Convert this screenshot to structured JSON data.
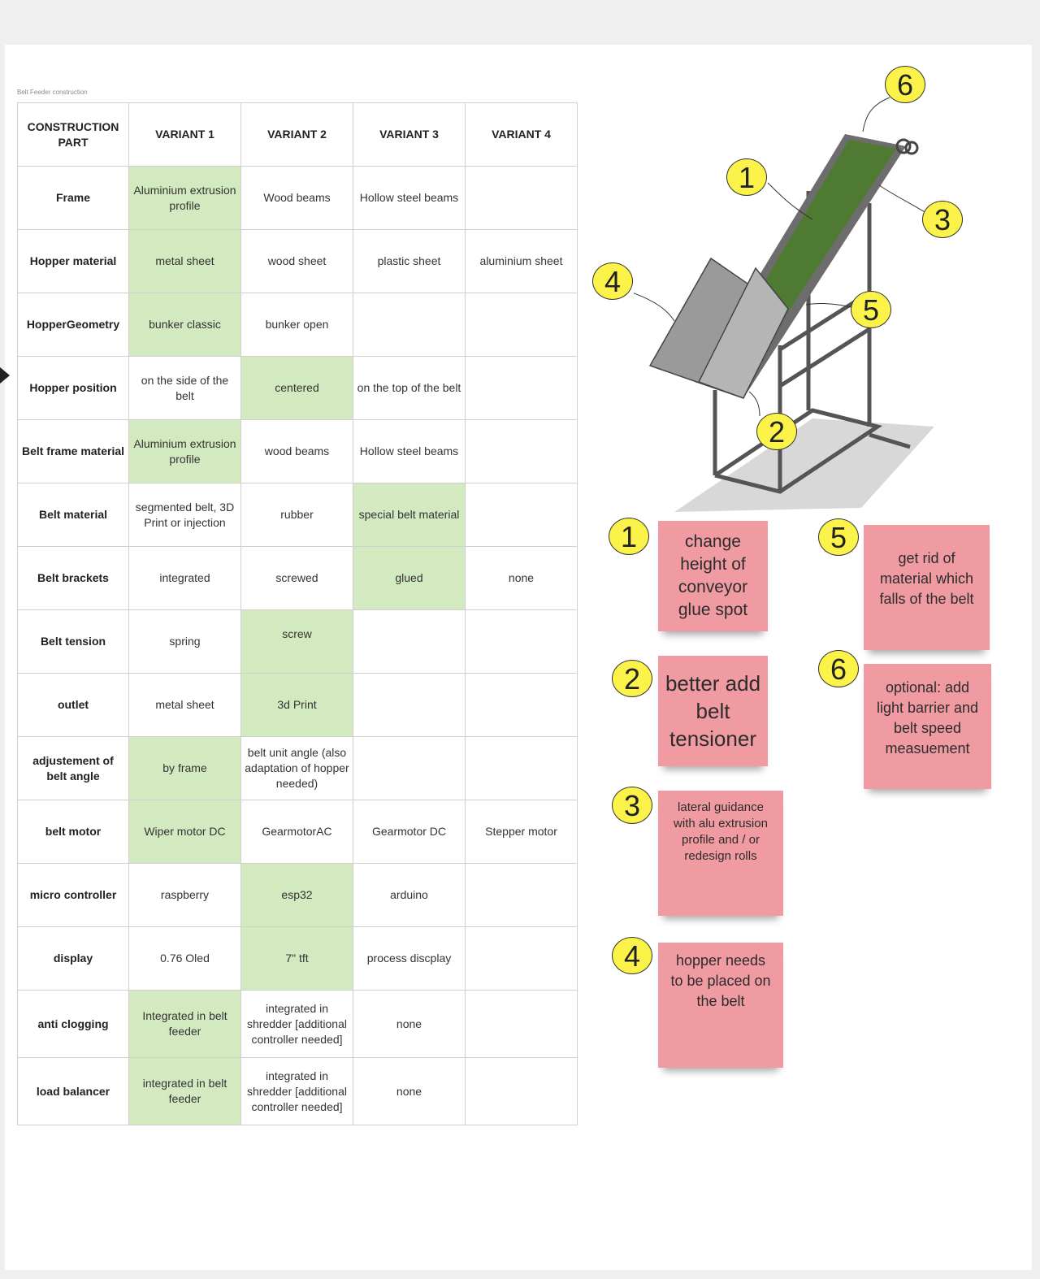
{
  "frame": {
    "title": "Belt Feeder construction"
  },
  "table": {
    "headers": [
      "CONSTRUCTION PART",
      "VARIANT 1",
      "VARIANT 2",
      "VARIANT 3",
      "VARIANT 4"
    ],
    "rows": [
      {
        "part": "Frame",
        "cells": [
          "Aluminium extrusion profile",
          "Wood beams",
          "Hollow steel beams",
          ""
        ]
      },
      {
        "part": "Hopper material",
        "cells": [
          "metal sheet",
          "wood sheet",
          "plastic sheet",
          "aluminium sheet"
        ]
      },
      {
        "part": "HopperGeometry",
        "cells": [
          "bunker classic",
          "bunker open",
          "",
          ""
        ]
      },
      {
        "part": "Hopper position",
        "cells": [
          "on the side of the belt",
          "centered",
          "on the top of the belt",
          ""
        ]
      },
      {
        "part": "Belt frame material",
        "cells": [
          "Aluminium extrusion profile",
          "wood beams",
          "Hollow steel beams",
          ""
        ]
      },
      {
        "part": "Belt material",
        "cells": [
          "segmented belt, 3D Print or injection",
          "rubber",
          "special belt material",
          ""
        ]
      },
      {
        "part": "Belt brackets",
        "cells": [
          "integrated",
          "screwed",
          "glued",
          "none"
        ]
      },
      {
        "part": "Belt tension",
        "cells": [
          "spring",
          "screw",
          "",
          ""
        ]
      },
      {
        "part": "outlet",
        "cells": [
          "metal sheet",
          "3d Print",
          "",
          ""
        ]
      },
      {
        "part": "adjustement of belt angle",
        "cells": [
          "by frame",
          "belt unit angle (also adaptation of hopper needed)",
          "",
          ""
        ]
      },
      {
        "part": "belt motor",
        "cells": [
          "Wiper motor DC",
          "GearmotorAC",
          "Gearmotor DC",
          "Stepper motor"
        ]
      },
      {
        "part": "micro controller",
        "cells": [
          "raspberry",
          "esp32",
          "arduino",
          ""
        ]
      },
      {
        "part": "display",
        "cells": [
          "0.76 Oled",
          "7\" tft",
          "process discplay",
          ""
        ]
      },
      {
        "part": "anti clogging",
        "cells": [
          "Integrated in belt feeder",
          "integrated in shredder [additional controller needed]",
          "none",
          ""
        ]
      },
      {
        "part": "load balancer",
        "cells": [
          "integrated in belt feeder",
          "integrated in shredder [additional controller needed]",
          "none",
          ""
        ]
      }
    ]
  },
  "drawing_badges": [
    "6",
    "1",
    "3",
    "4",
    "5",
    "2"
  ],
  "notes": [
    {
      "num": "1",
      "text": "change height of conveyor glue spot"
    },
    {
      "num": "2",
      "text": "better add belt tensioner"
    },
    {
      "num": "3",
      "text": "lateral guidance with alu extrusion profile and / or redesign rolls"
    },
    {
      "num": "4",
      "text": "hopper needs to be placed on the belt"
    },
    {
      "num": "5",
      "text": "get rid of material which falls of the belt"
    },
    {
      "num": "6",
      "text": "optional: add light barrier and belt speed measuement"
    }
  ],
  "colors": {
    "highlight": "#d3eac1",
    "sticky": "#f09aa2",
    "badge": "#fbf24a",
    "belt": "#4e7a32"
  }
}
